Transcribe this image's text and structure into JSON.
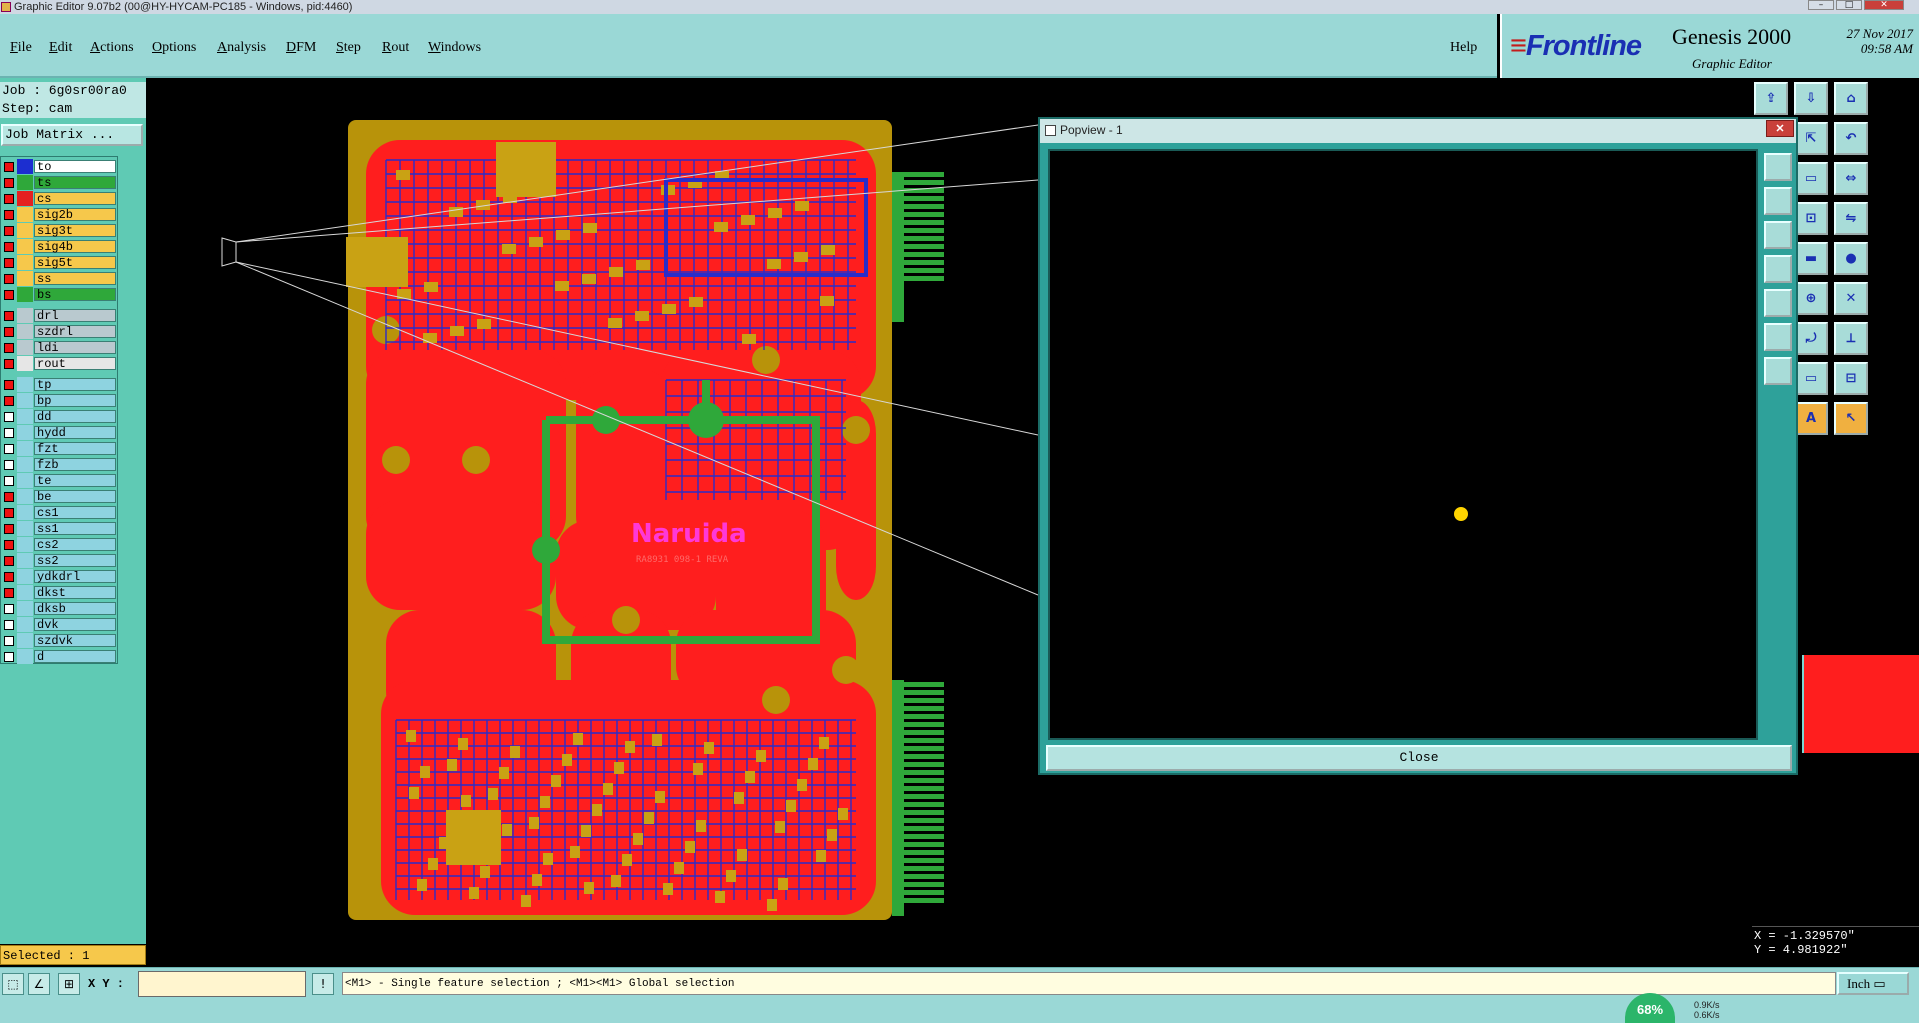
{
  "window": {
    "title": "Graphic Editor 9.07b2 (00@HY-HYCAM-PC185 - Windows, pid:4460)"
  },
  "menu": [
    {
      "label": "File",
      "underline": "F",
      "rest": "ile"
    },
    {
      "label": "Edit",
      "underline": "E",
      "rest": "dit"
    },
    {
      "label": "Actions",
      "underline": "A",
      "rest": "ctions"
    },
    {
      "label": "Options",
      "underline": "O",
      "rest": "ptions"
    },
    {
      "label": "Analysis",
      "underline": "A",
      "rest": "nalysis"
    },
    {
      "label": "DFM",
      "underline": "D",
      "rest": "FM"
    },
    {
      "label": "Step",
      "underline": "S",
      "rest": "tep"
    },
    {
      "label": "Rout",
      "underline": "R",
      "rest": "out"
    },
    {
      "label": "Windows",
      "underline": "W",
      "rest": "indows"
    }
  ],
  "help_label": "Help",
  "brand": {
    "logo": "Frontline",
    "product": "Genesis 2000",
    "subtitle": "Graphic Editor",
    "date": "27 Nov 2017",
    "time": "09:58 AM"
  },
  "job": {
    "job_line": "Job : 6g0sr00ra0",
    "step_line": "Step: cam",
    "matrix_button": "Job Matrix ..."
  },
  "layers": [
    {
      "name": "to",
      "checked": true,
      "color": "#ffffff",
      "text_bg": "#ffffff",
      "work": true
    },
    {
      "name": "ts",
      "checked": true,
      "color": "#2fa83a",
      "text_bg": "#2fa83a"
    },
    {
      "name": "cs",
      "checked": true,
      "color": "#e52020",
      "text_bg": "#f6c84b"
    },
    {
      "name": "sig2b",
      "checked": true,
      "color": "#f6c84b",
      "text_bg": "#f6c84b"
    },
    {
      "name": "sig3t",
      "checked": true,
      "color": "#f6c84b",
      "text_bg": "#f6c84b"
    },
    {
      "name": "sig4b",
      "checked": true,
      "color": "#f6c84b",
      "text_bg": "#f6c84b"
    },
    {
      "name": "sig5t",
      "checked": true,
      "color": "#f6c84b",
      "text_bg": "#f6c84b"
    },
    {
      "name": "ss",
      "checked": true,
      "color": "#f6c84b",
      "text_bg": "#f6c84b"
    },
    {
      "name": "bs",
      "checked": true,
      "color": "#2fa83a",
      "text_bg": "#2fa83a"
    },
    {
      "name": "drl",
      "checked": true,
      "color": "#b9c9cf",
      "text_bg": "#b9c9cf",
      "gap": true
    },
    {
      "name": "szdrl",
      "checked": true,
      "color": "#b9c9cf",
      "text_bg": "#b9c9cf"
    },
    {
      "name": "ldi",
      "checked": true,
      "color": "#b9c9cf",
      "text_bg": "#b9c9cf"
    },
    {
      "name": "rout",
      "checked": true,
      "color": "#e6e6e6",
      "text_bg": "#e6e6e6"
    },
    {
      "name": "tp",
      "checked": true,
      "color": "#8ed3e0",
      "text_bg": "#8ed3e0",
      "gap": true
    },
    {
      "name": "bp",
      "checked": true,
      "color": "#8ed3e0",
      "text_bg": "#8ed3e0"
    },
    {
      "name": "dd",
      "checked": false,
      "color": "#8ed3e0",
      "text_bg": "#8ed3e0"
    },
    {
      "name": "hydd",
      "checked": false,
      "color": "#8ed3e0",
      "text_bg": "#8ed3e0"
    },
    {
      "name": "fzt",
      "checked": false,
      "color": "#8ed3e0",
      "text_bg": "#8ed3e0"
    },
    {
      "name": "fzb",
      "checked": false,
      "color": "#8ed3e0",
      "text_bg": "#8ed3e0"
    },
    {
      "name": "te",
      "checked": false,
      "color": "#8ed3e0",
      "text_bg": "#8ed3e0"
    },
    {
      "name": "be",
      "checked": true,
      "color": "#8ed3e0",
      "text_bg": "#8ed3e0"
    },
    {
      "name": "cs1",
      "checked": true,
      "color": "#8ed3e0",
      "text_bg": "#8ed3e0"
    },
    {
      "name": "ss1",
      "checked": true,
      "color": "#8ed3e0",
      "text_bg": "#8ed3e0"
    },
    {
      "name": "cs2",
      "checked": true,
      "color": "#8ed3e0",
      "text_bg": "#8ed3e0"
    },
    {
      "name": "ss2",
      "checked": true,
      "color": "#8ed3e0",
      "text_bg": "#8ed3e0"
    },
    {
      "name": "ydkdrl",
      "checked": true,
      "color": "#8ed3e0",
      "text_bg": "#8ed3e0"
    },
    {
      "name": "dkst",
      "checked": true,
      "color": "#8ed3e0",
      "text_bg": "#8ed3e0"
    },
    {
      "name": "dksb",
      "checked": false,
      "color": "#8ed3e0",
      "text_bg": "#8ed3e0"
    },
    {
      "name": "dvk",
      "checked": false,
      "color": "#8ed3e0",
      "text_bg": "#8ed3e0"
    },
    {
      "name": "szdvk",
      "checked": false,
      "color": "#8ed3e0",
      "text_bg": "#8ed3e0"
    },
    {
      "name": "d",
      "checked": false,
      "color": "#8ed3e0",
      "text_bg": "#8ed3e0"
    }
  ],
  "status": {
    "selected": "Selected : 1",
    "xy_label": "X Y :",
    "xy_value": "",
    "message": "<M1> - Single feature selection ; <M1><M1> Global selection",
    "units": "Inch"
  },
  "coords": {
    "x": "X = -1.329570\"",
    "y": "Y = 4.981922\""
  },
  "board": {
    "label": "Naruida",
    "sublabel": "RA8931 098-1 REVA"
  },
  "popview": {
    "title": "Popview - 1",
    "close_label": "Close",
    "close_x": "✕"
  },
  "taskbar": {
    "cpu": "68%",
    "up": "0.9K/s",
    "down": "0.6K/s"
  },
  "colors": {
    "panel": "#9ad8d6",
    "board_base": "#b8930a",
    "copper": "#ff1e1e",
    "trace": "#2a2cc9",
    "mask": "#2fa83a"
  },
  "tools": [
    "cut-icon",
    "paste-icon",
    "home-icon",
    "grid-icon",
    "zoom-in-icon",
    "undo-icon",
    "redo-icon",
    "split-icon",
    "move-icon",
    "scale-icon",
    "copy-icon",
    "mirror-icon",
    "rotate-icon",
    "measure-icon",
    "pad-icon",
    "route-icon",
    "snap-icon",
    "cross-icon",
    "line-icon",
    "arc-icon",
    "connect-icon",
    "dim-icon",
    "ruler-icon",
    "align-icon",
    "select-icon",
    "pick-icon",
    "pointer-icon"
  ]
}
